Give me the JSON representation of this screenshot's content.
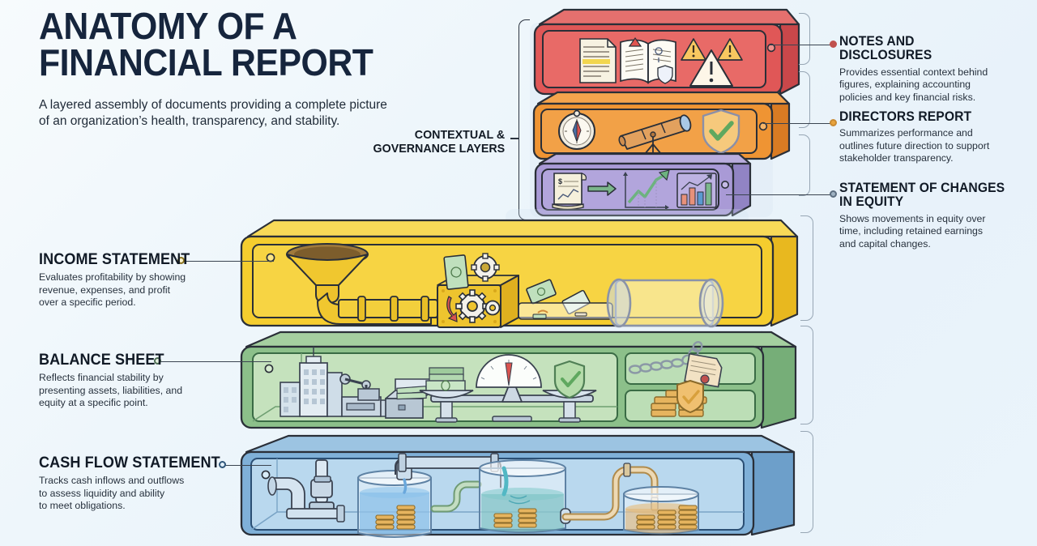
{
  "header": {
    "title": "ANATOMY OF A\nFINANCIAL REPORT",
    "subtitle": "A layered assembly of documents providing a complete picture\nof an organization’s health, transparency, and stability."
  },
  "group_label": {
    "text": "CONTEXTUAL &\nGOVERNANCE LAYERS"
  },
  "colors": {
    "notes": "#e15a5a",
    "directors": "#ef9433",
    "equity": "#a99ad6",
    "income": "#f5cd2e",
    "balance": "#8cc08a",
    "cashflow": "#7fb0d8",
    "heading": "#111a26",
    "background": "#eaf4fb"
  },
  "layers": [
    {
      "id": "notes",
      "name": "NOTES AND DISCLOSURES",
      "description": "Provides essential context behind\nfigures, explaining accounting\npolicies and key financial risks.",
      "color": "#e15a5a",
      "dot_color": "#c0504d",
      "icons": [
        "document-icon",
        "open-book-icon",
        "warning-triangle-icon"
      ]
    },
    {
      "id": "directors",
      "name": "DIRECTORS REPORT",
      "description": "Summarizes performance and\noutlines future direction to support\nstakeholder transparency.",
      "color": "#ef9433",
      "dot_color": "#e8a33d",
      "icons": [
        "compass-icon",
        "telescope-icon",
        "shield-check-icon"
      ]
    },
    {
      "id": "equity",
      "name": "STATEMENT OF CHANGES\nIN EQUITY",
      "description": "Shows movements in equity over\ntime, including retained earnings\nand capital changes.",
      "color": "#a99ad6",
      "dot_color": "#8e9db0",
      "icons": [
        "scroll-dollar-icon",
        "green-arrow-icon",
        "line-chart-icon",
        "bar-chart-icon"
      ]
    },
    {
      "id": "income",
      "name": "INCOME STATEMENT",
      "description": "Evaluates profitability by showing\nrevenue, expenses, and profit\nover a specific period.",
      "color": "#f5cd2e",
      "dot_color": "#d9a21c",
      "icons": [
        "funnel-icon",
        "pipeline-icon",
        "gear-machine-icon",
        "banknote-icon",
        "glass-cylinder-icon"
      ]
    },
    {
      "id": "balance",
      "name": "BALANCE SHEET",
      "description": "Reflects financial stability by\npresenting assets, liabilities, and\nequity at a specific point.",
      "color": "#8cc08a",
      "dot_color": "#6f9a70",
      "icons": [
        "buildings-icon",
        "machinery-icon",
        "cash-box-icon",
        "balance-scale-icon",
        "gauge-icon",
        "shield-check-icon",
        "chain-tag-icon",
        "gold-coins-icon"
      ]
    },
    {
      "id": "cashflow",
      "name": "CASH FLOW STATEMENT",
      "description": "Tracks cash inflows and outflows\nto assess liquidity and ability\nto meet obligations.",
      "color": "#7fb0d8",
      "dot_color": "#4a77a0",
      "icons": [
        "pump-icon",
        "pipe-icon",
        "water-tank-icon",
        "coin-stack-icon"
      ]
    }
  ]
}
